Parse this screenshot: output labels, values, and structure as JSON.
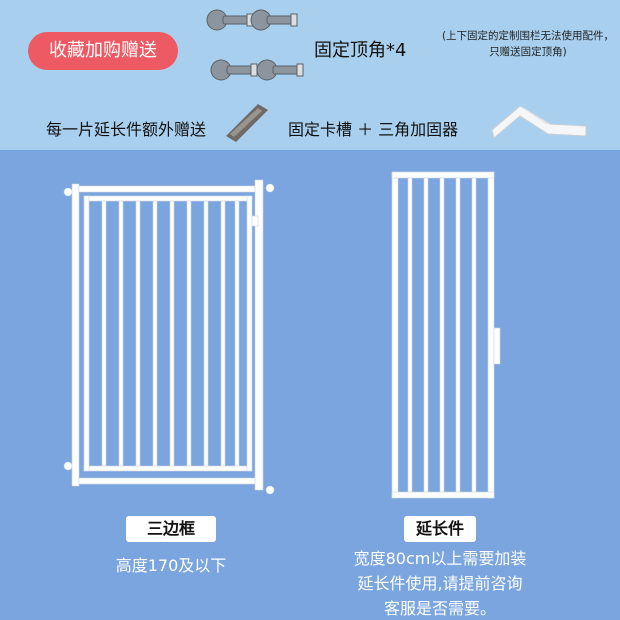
{
  "badge": {
    "label": "收藏加购赠送"
  },
  "top": {
    "corner_label": "固定顶角*4",
    "corner_note": "(上下固定的定制围栏无法使用配件，只赠送固定顶角)",
    "extension_gift": "每一片延长件额外赠送",
    "fixing_parts": "固定卡槽 ＋ 三角加固器"
  },
  "left_panel": {
    "name": "三边框",
    "caption": "高度170及以下"
  },
  "right_panel": {
    "name": "延长件",
    "caption": "宽度80cm以上需要加装延长件使用,请提前咨询客服是否需要。"
  },
  "colors": {
    "top_bg": "#a8d0ee",
    "bottom_bg": "#7aa5de",
    "badge_bg": "#ee5a63"
  }
}
